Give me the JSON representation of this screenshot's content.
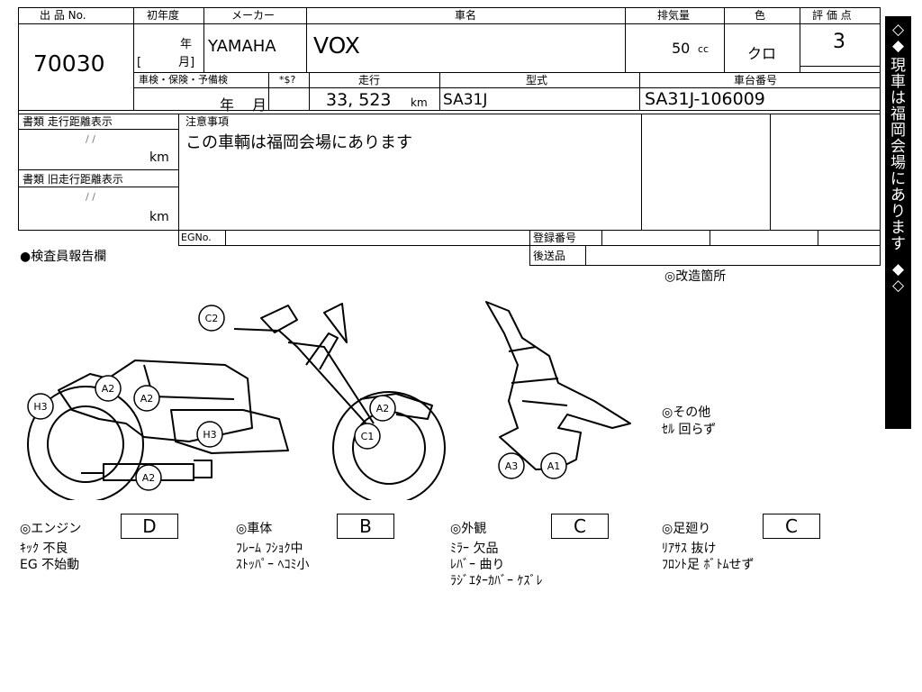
{
  "header": {
    "lot_no_label": "出 品 No.",
    "lot_no": "70030",
    "first_reg_label": "初年度",
    "year_unit": "年",
    "month_unit": "月]",
    "bracket_open": "[",
    "maker_label": "メーカー",
    "maker": "YAMAHA",
    "model_name_label": "車名",
    "model_name": "VOX",
    "displacement_label": "排気量",
    "displacement": "50",
    "displacement_unit": "cc",
    "color_label": "色",
    "color": "クロ",
    "grade_label": "評 価 点",
    "grade": "3"
  },
  "row2": {
    "inspection_label": "車検・保険・予備検",
    "dollar_label": "*$?",
    "mileage_label": "走行",
    "model_code_label": "型式",
    "frame_no_label": "車台番号",
    "insp_year": "年",
    "insp_month": "月",
    "mileage": "33, 523",
    "mileage_unit": "km",
    "model_code": "SA31J",
    "frame_no": "SA31J-106009"
  },
  "docs": {
    "mileage_doc_label": "書類 走行距離表示",
    "old_mileage_doc_label": "書類 旧走行距離表示",
    "date_placeholder": "/    /",
    "km": "km"
  },
  "notes": {
    "label": "注意事項",
    "text": "この車輌は福岡会場にあります"
  },
  "footer_row": {
    "eg_no_label": "EGNo.",
    "reg_no_label": "登録番号",
    "ship_to_label": "後送品"
  },
  "side_banner": [
    "◇",
    "◆",
    "現",
    "車",
    "は",
    "福",
    "岡",
    "会",
    "場",
    "に",
    "あ",
    "り",
    "ま",
    "す",
    "◆",
    "◇"
  ],
  "inspector_label": "●検査員報告欄",
  "modification_label": "◎改造箇所",
  "other": {
    "label": "◎その他",
    "text": "ｾﾙ 回らず"
  },
  "diagram_marks": [
    "C2",
    "A2",
    "A2",
    "H3",
    "H3",
    "A2",
    "A2",
    "C1",
    "A3",
    "A1"
  ],
  "grades": [
    {
      "label": "◎エンジン",
      "grade": "D",
      "notes": [
        "ｷｯｸ 不良",
        "EG 不始動"
      ]
    },
    {
      "label": "◎車体",
      "grade": "B",
      "notes": [
        "ﾌﾚｰﾑ ﾌｼｮｸ中",
        "ｽﾄｯﾊﾟｰ ﾍｺﾐ小"
      ]
    },
    {
      "label": "◎外観",
      "grade": "C",
      "notes": [
        "ﾐﾗｰ 欠品",
        "ﾚﾊﾞｰ 曲り",
        "ﾗｼﾞｴﾀｰｶﾊﾞｰ ｹｽﾞﾚ"
      ]
    },
    {
      "label": "◎足廻り",
      "grade": "C",
      "notes": [
        "ﾘｱｻｽ 抜け",
        "ﾌﾛﾝﾄ足 ﾎﾞﾄﾑせず"
      ]
    }
  ]
}
